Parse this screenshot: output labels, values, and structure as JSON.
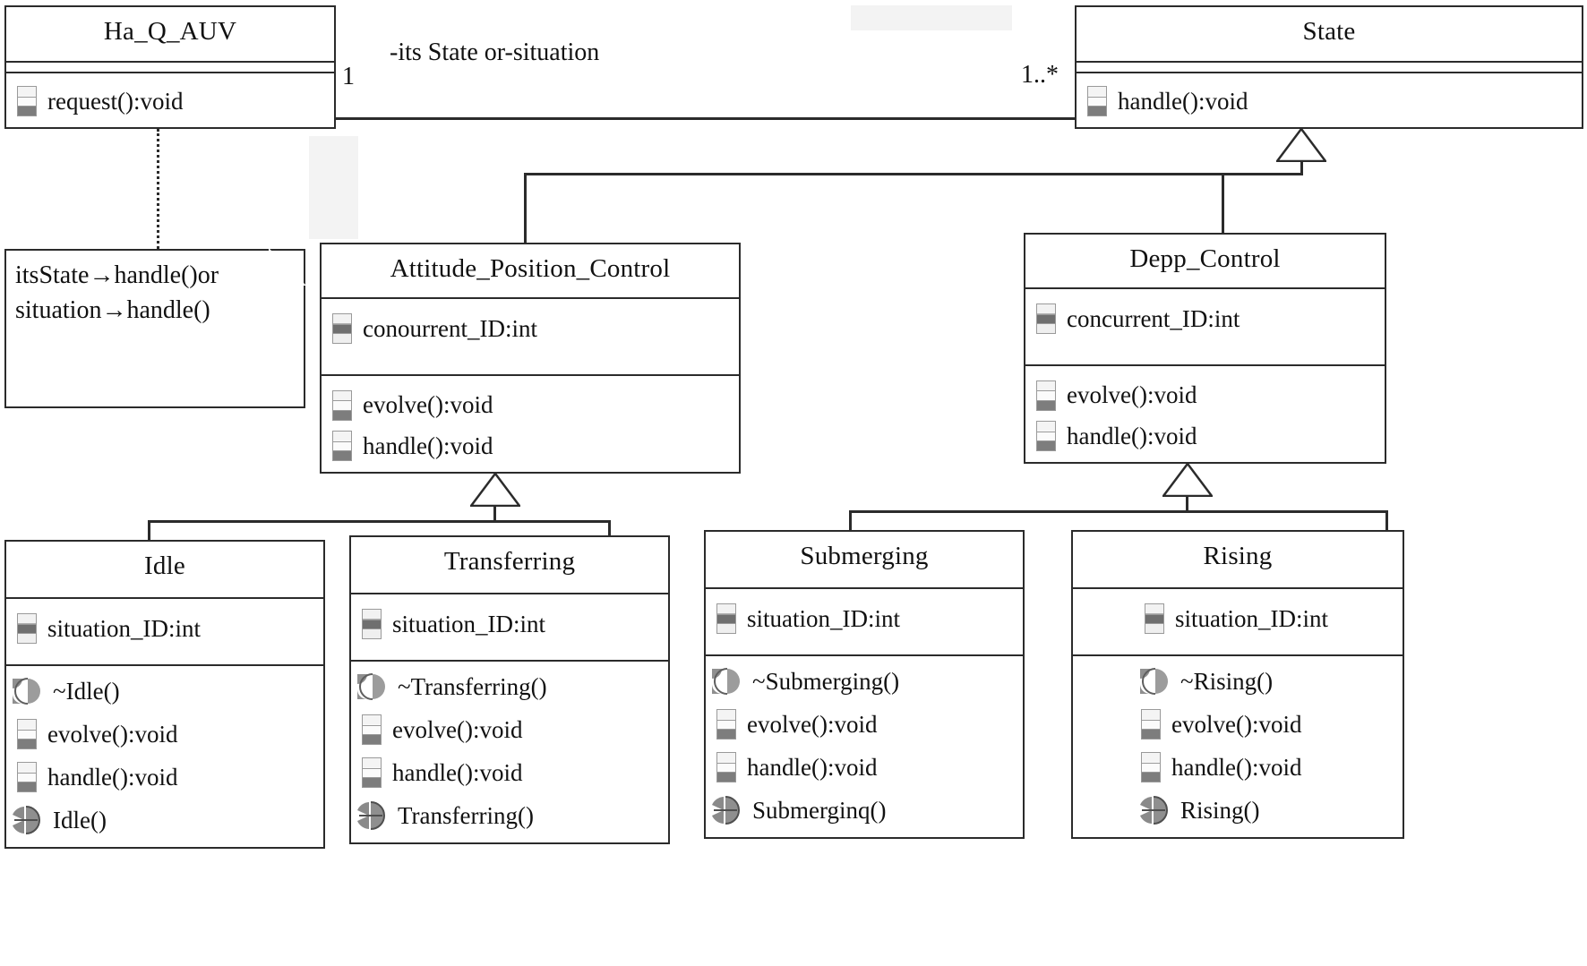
{
  "diagram": {
    "type": "uml-class-diagram",
    "title": "Ha_Q_AUV State pattern class diagram"
  },
  "association": {
    "label": "-its State or-situation",
    "source_multiplicity": "1",
    "target_multiplicity": "1..*"
  },
  "note": {
    "line1": "itsState→handle()or",
    "line2": "situation→handle()"
  },
  "classes": [
    {
      "id": "ha_q_auv",
      "name": "Ha_Q_AUV",
      "attributes": [],
      "methods": [
        {
          "label": "request():void",
          "icon": "method-icon"
        }
      ]
    },
    {
      "id": "state",
      "name": "State",
      "attributes": [],
      "methods": [
        {
          "label": "handle():void",
          "icon": "method-icon"
        }
      ]
    },
    {
      "id": "attitude_position_control",
      "name": "Attitude_Position_Control",
      "attributes": [
        {
          "label": "conourrent_ID:int",
          "icon": "attribute-icon"
        }
      ],
      "methods": [
        {
          "label": "evolve():void",
          "icon": "method-icon"
        },
        {
          "label": "handle():void",
          "icon": "method-icon"
        }
      ]
    },
    {
      "id": "depp_control",
      "name": "Depp_Control",
      "attributes": [
        {
          "label": "concurrent_ID:int",
          "icon": "attribute-icon"
        }
      ],
      "methods": [
        {
          "label": "evolve():void",
          "icon": "method-icon"
        },
        {
          "label": "handle():void",
          "icon": "method-icon"
        }
      ]
    },
    {
      "id": "idle",
      "name": "Idle",
      "attributes": [
        {
          "label": "situation_ID:int",
          "icon": "attribute-icon"
        }
      ],
      "methods": [
        {
          "label": "~Idle()",
          "icon": "destructor-icon"
        },
        {
          "label": "evolve():void",
          "icon": "method-icon"
        },
        {
          "label": "handle():void",
          "icon": "method-icon"
        },
        {
          "label": "Idle()",
          "icon": "constructor-icon"
        }
      ]
    },
    {
      "id": "transferring",
      "name": "Transferring",
      "attributes": [
        {
          "label": "situation_ID:int",
          "icon": "attribute-icon"
        }
      ],
      "methods": [
        {
          "label": "~Transferring()",
          "icon": "destructor-icon"
        },
        {
          "label": "evolve():void",
          "icon": "method-icon"
        },
        {
          "label": "handle():void",
          "icon": "method-icon"
        },
        {
          "label": "Transferring()",
          "icon": "constructor-icon"
        }
      ]
    },
    {
      "id": "submerging",
      "name": "Submerging",
      "attributes": [
        {
          "label": "situation_ID:int",
          "icon": "attribute-icon"
        }
      ],
      "methods": [
        {
          "label": "~Submerging()",
          "icon": "destructor-icon"
        },
        {
          "label": "evolve():void",
          "icon": "method-icon"
        },
        {
          "label": "handle():void",
          "icon": "method-icon"
        },
        {
          "label": "Submerginq()",
          "icon": "constructor-icon"
        }
      ]
    },
    {
      "id": "rising",
      "name": "Rising",
      "attributes": [
        {
          "label": "situation_ID:int",
          "icon": "attribute-icon"
        }
      ],
      "methods": [
        {
          "label": "~Rising()",
          "icon": "destructor-icon"
        },
        {
          "label": "evolve():void",
          "icon": "method-icon"
        },
        {
          "label": "handle():void",
          "icon": "method-icon"
        },
        {
          "label": "Rising()",
          "icon": "constructor-icon"
        }
      ]
    }
  ],
  "colors": {
    "line": "#2b2b2b",
    "background": "#ffffff",
    "icon_dark": "#6f6f6f",
    "icon_light": "#f2f2f2"
  }
}
